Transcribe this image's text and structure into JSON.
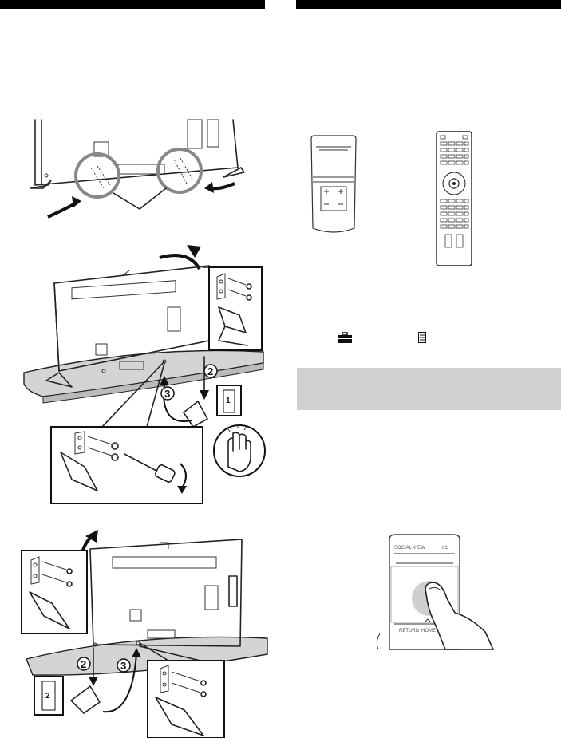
{
  "figures": {
    "step2_stand": {
      "bracket_label": "1"
    },
    "step3_stand": {
      "bracket_label": "2"
    },
    "steps": [
      "2",
      "3"
    ]
  },
  "remote_touchpad": {
    "label_social_view": "SOCIAL VIEW",
    "label_power": "I/⏻",
    "label_return": "RETURN",
    "label_home": "HOME"
  },
  "icons": [
    "toolbox-icon",
    "options-icon",
    "hand-touch-icon",
    "screwdriver-icon"
  ]
}
